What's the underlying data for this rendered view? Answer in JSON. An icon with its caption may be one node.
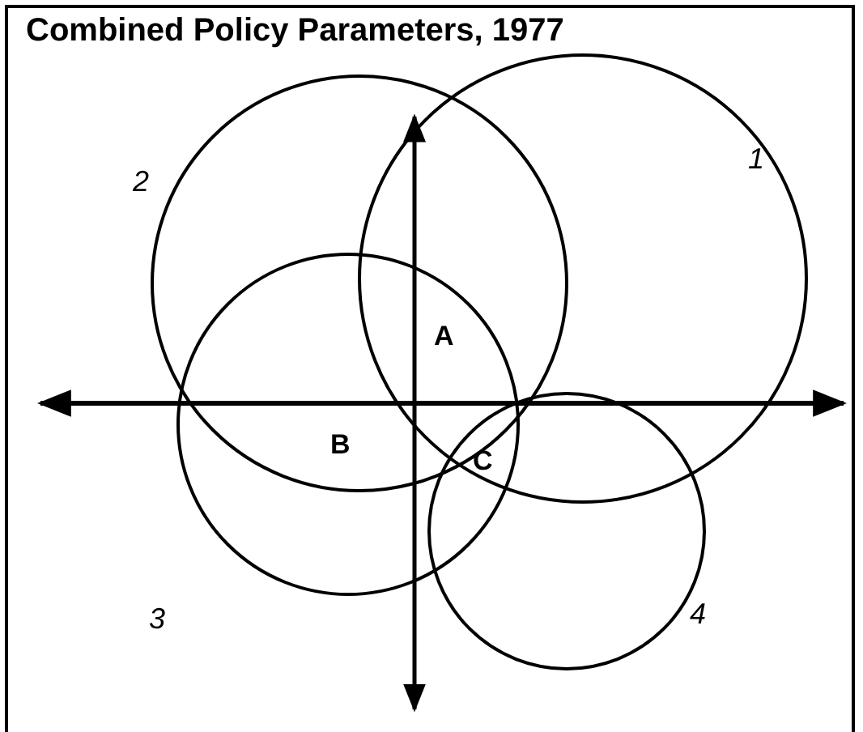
{
  "diagram": {
    "title": "Combined Policy Parameters, 1977",
    "labels": [
      "2",
      "1",
      "A",
      "B",
      "C",
      "3",
      "4"
    ]
  }
}
